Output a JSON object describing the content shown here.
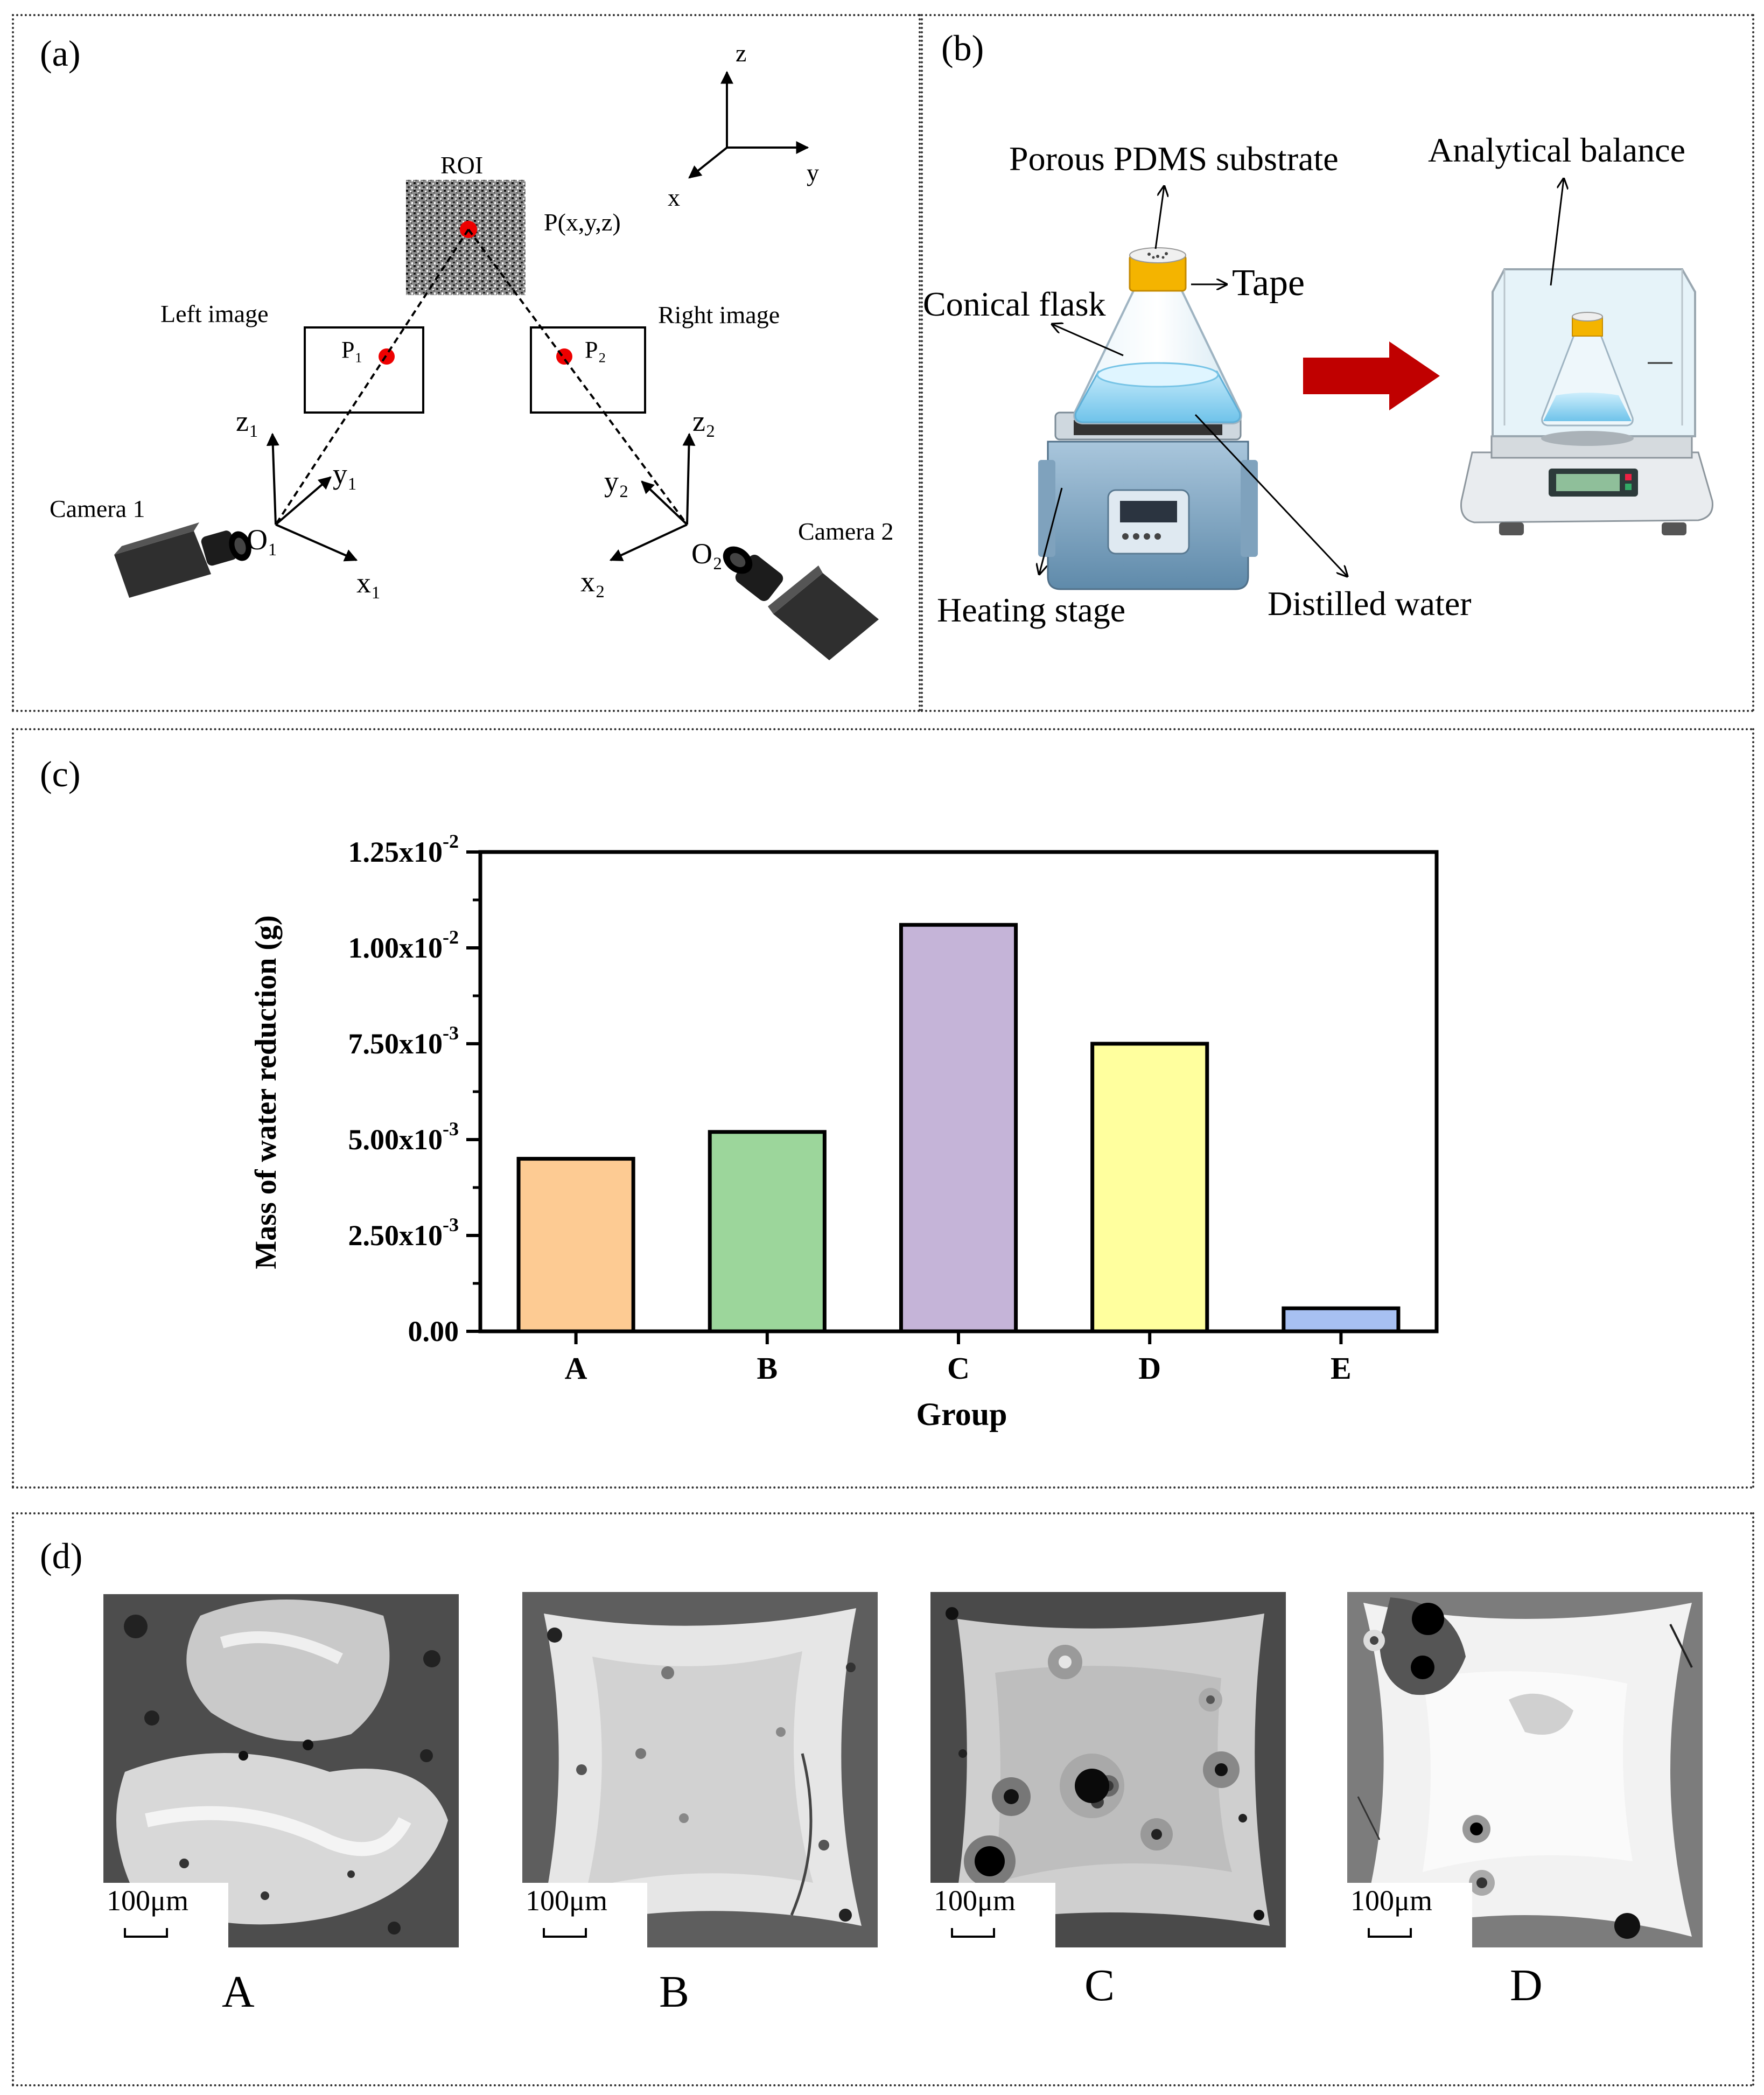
{
  "panel_a": {
    "label": "(a)",
    "roi": "ROI",
    "point": "P(x,y,z)",
    "left_image": "Left image",
    "right_image": "Right image",
    "p1": "P₁",
    "p2": "P₂",
    "camera1": "Camera 1",
    "camera2": "Camera 2",
    "o1": "O₁",
    "o2": "O₂",
    "z1": "z₁",
    "y1": "y₁",
    "x1": "x₁",
    "z2": "z₂",
    "y2": "y₂",
    "x2": "x₂",
    "axis_z": "z",
    "axis_y": "y",
    "axis_x": "x"
  },
  "panel_b": {
    "label": "(b)",
    "porous": "Porous PDMS substrate",
    "balance": "Analytical balance",
    "tape": "Tape",
    "flask": "Conical flask",
    "heating": "Heating stage",
    "water": "Distilled water"
  },
  "panel_c": {
    "label": "(c)"
  },
  "chart_data": {
    "type": "bar",
    "categories": [
      "A",
      "B",
      "C",
      "D",
      "E"
    ],
    "values": [
      0.0045,
      0.0052,
      0.0106,
      0.0075,
      0.0006
    ],
    "colors": [
      "#FDCB93",
      "#9CD69B",
      "#C5B4D8",
      "#FFFF9E",
      "#A7C0F2"
    ],
    "xlabel": "Group",
    "ylabel": "Mass of water reduction (g)",
    "ylim": [
      0,
      0.0125
    ],
    "yticks": [
      0,
      0.0025,
      0.005,
      0.0075,
      0.01,
      0.0125
    ],
    "ytick_mantissa": [
      "0.00",
      "2.50x10",
      "5.00x10",
      "7.50x10",
      "1.00x10",
      "1.25x10"
    ],
    "ytick_exponent": [
      "",
      "-3",
      "-3",
      "-3",
      "-2",
      "-2"
    ]
  },
  "panel_d": {
    "label": "(d)",
    "scale_text": "100μm",
    "images": [
      "A",
      "B",
      "C",
      "D"
    ]
  }
}
